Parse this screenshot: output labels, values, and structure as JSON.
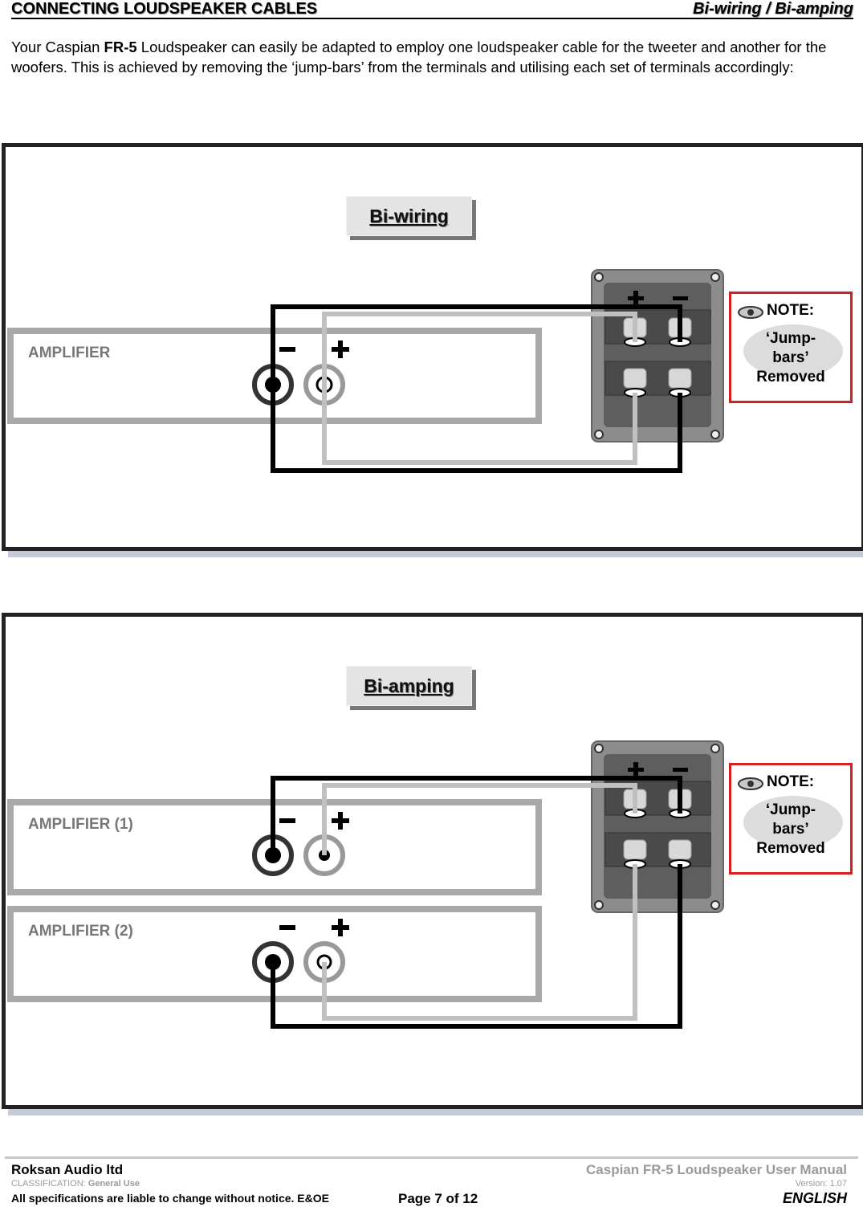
{
  "header": {
    "title": "CONNECTING LOUDSPEAKER CABLES",
    "subtitle": "Bi-wiring / Bi-amping"
  },
  "intro": {
    "text_before": "Your Caspian ",
    "model": "FR-5",
    "text_after": " Loudspeaker can easily be adapted to employ one loudspeaker cable for the tweeter and another for the woofers. This is achieved by removing the ‘jump-bars’ from the terminals and utilising each set of terminals accordingly:"
  },
  "biwiring": {
    "title": "Bi-wiring",
    "amplifier_label": "AMPLIFIER",
    "note_title": "NOTE:",
    "note_line1": "‘Jump-",
    "note_line2": "bars’",
    "note_line3": "Removed"
  },
  "biamping": {
    "title": "Bi-amping",
    "amplifier1_label": "AMPLIFIER (1)",
    "amplifier2_label": "AMPLIFIER (2)",
    "note_title": "NOTE:",
    "note_line1": "‘Jump-",
    "note_line2": "bars’",
    "note_line3": "Removed"
  },
  "footer": {
    "company": "Roksan Audio ltd",
    "classification_label": "CLASSIFICATION: ",
    "classification_value": "General Use",
    "disclaimer": "All specifications are liable to change without notice. E&OE",
    "page": "Page 7 of 12",
    "manual": "Caspian FR-5 Loudspeaker User Manual",
    "version": "Version:  1.07",
    "language": "ENGLISH"
  },
  "colors": {
    "frame": "#222222",
    "amp_border": "#a9a9a9",
    "note_border": "#d42020",
    "cable_black": "#000000",
    "cable_grey": "#c0c0c0"
  }
}
